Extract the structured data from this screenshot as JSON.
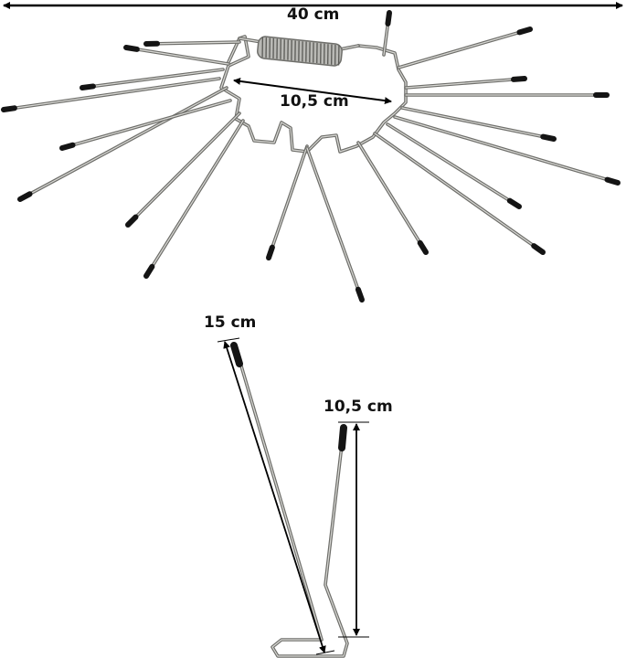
{
  "dimensions": {
    "total_width": "40 cm",
    "inner_width": "10,5 cm",
    "arm_length": "15 cm",
    "arm_height": "10,5 cm"
  },
  "colors": {
    "wire": "#9a9a96",
    "wire_highlight": "#d8d8d4",
    "tip": "#141414",
    "dimension_line": "#000000",
    "spring": "#8c8c88"
  }
}
